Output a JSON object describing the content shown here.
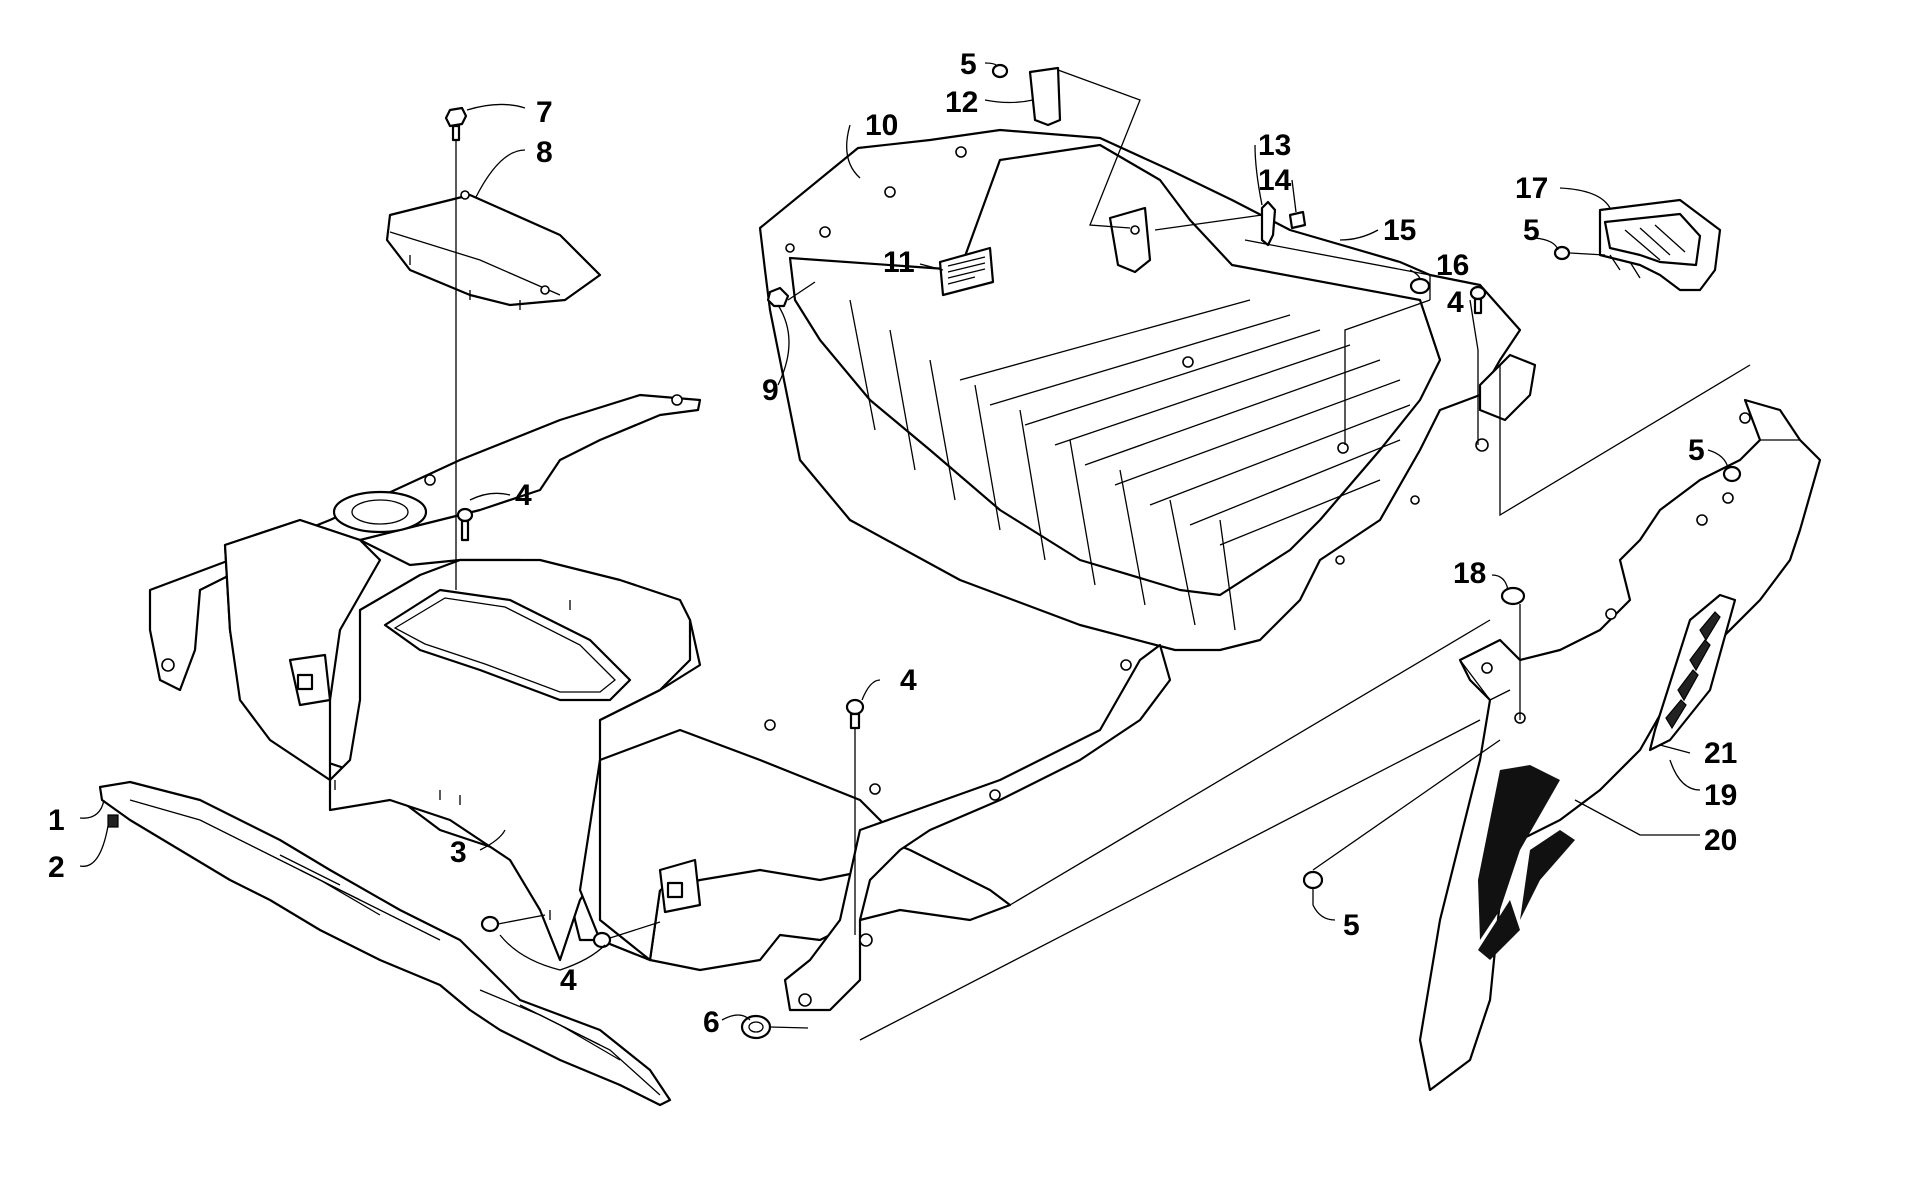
{
  "diagram": {
    "type": "exploded-parts-view",
    "callouts": [
      {
        "id": "c1",
        "label": "1"
      },
      {
        "id": "c2",
        "label": "2"
      },
      {
        "id": "c3",
        "label": "3"
      },
      {
        "id": "c4a",
        "label": "4"
      },
      {
        "id": "c4b",
        "label": "4"
      },
      {
        "id": "c4c",
        "label": "4"
      },
      {
        "id": "c4d",
        "label": "4"
      },
      {
        "id": "c5a",
        "label": "5"
      },
      {
        "id": "c5b",
        "label": "5"
      },
      {
        "id": "c5c",
        "label": "5"
      },
      {
        "id": "c5d",
        "label": "5"
      },
      {
        "id": "c6",
        "label": "6"
      },
      {
        "id": "c7",
        "label": "7"
      },
      {
        "id": "c8",
        "label": "8"
      },
      {
        "id": "c9",
        "label": "9"
      },
      {
        "id": "c10",
        "label": "10"
      },
      {
        "id": "c11",
        "label": "11"
      },
      {
        "id": "c12",
        "label": "12"
      },
      {
        "id": "c13",
        "label": "13"
      },
      {
        "id": "c14",
        "label": "14"
      },
      {
        "id": "c15",
        "label": "15"
      },
      {
        "id": "c16",
        "label": "16"
      },
      {
        "id": "c17",
        "label": "17"
      },
      {
        "id": "c18",
        "label": "18"
      },
      {
        "id": "c19",
        "label": "19"
      },
      {
        "id": "c20",
        "label": "20"
      },
      {
        "id": "c21",
        "label": "21"
      }
    ]
  }
}
